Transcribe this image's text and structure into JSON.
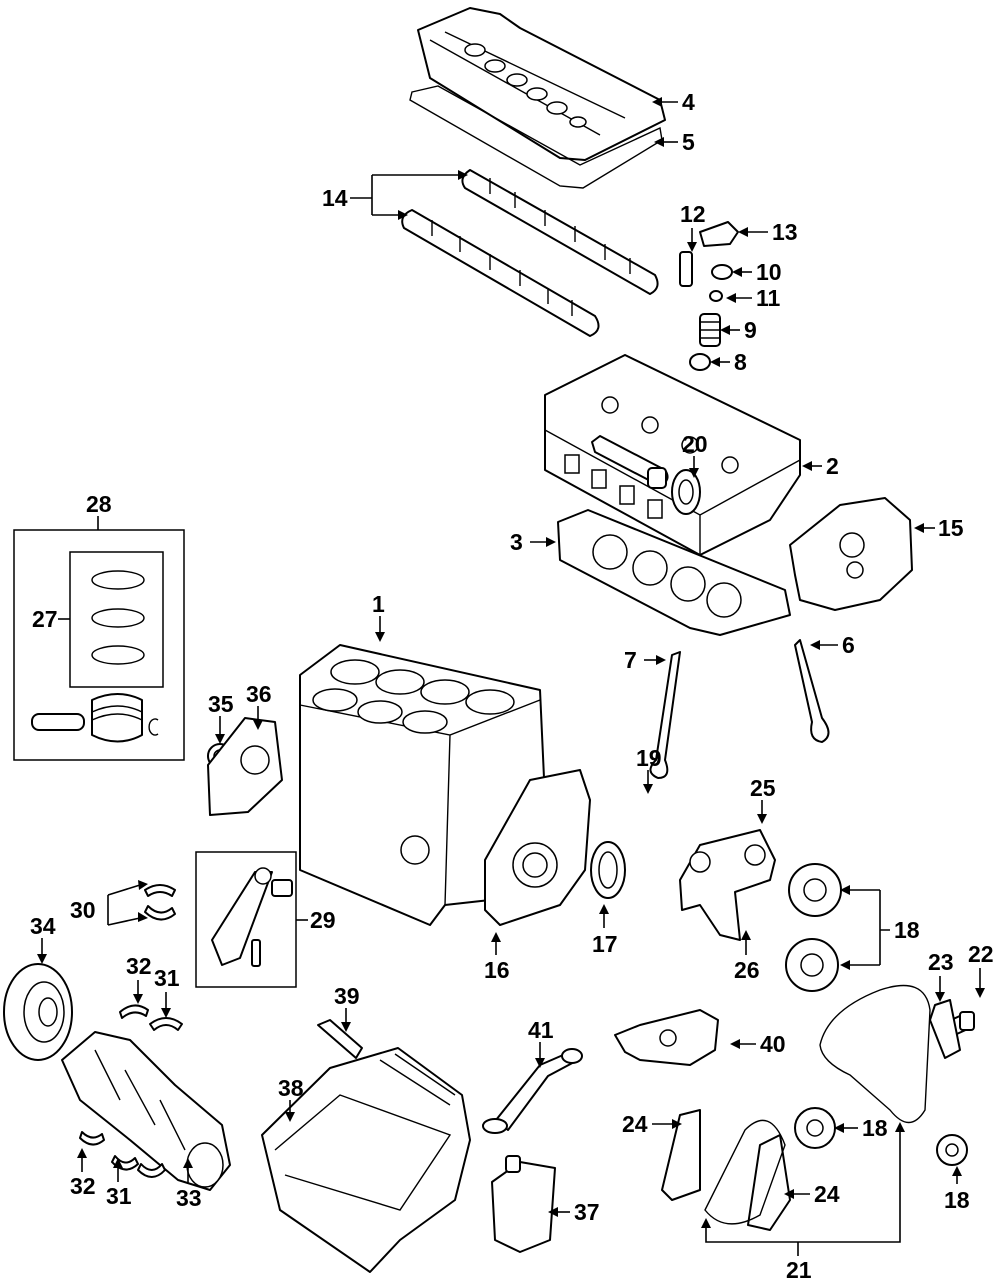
{
  "callouts": {
    "c1": "1",
    "c2": "2",
    "c3": "3",
    "c4": "4",
    "c5": "5",
    "c6": "6",
    "c7": "7",
    "c8": "8",
    "c9": "9",
    "c10": "10",
    "c11": "11",
    "c12": "12",
    "c13": "13",
    "c14": "14",
    "c15": "15",
    "c16": "16",
    "c17": "17",
    "c18a": "18",
    "c18b": "18",
    "c18c": "18",
    "c19": "19",
    "c20": "20",
    "c21": "21",
    "c22": "22",
    "c23": "23",
    "c24a": "24",
    "c24b": "24",
    "c25": "25",
    "c26": "26",
    "c27": "27",
    "c28": "28",
    "c29": "29",
    "c30": "30",
    "c31a": "31",
    "c31b": "31",
    "c32a": "32",
    "c32b": "32",
    "c33": "33",
    "c34": "34",
    "c35": "35",
    "c36": "36",
    "c37": "37",
    "c38": "38",
    "c39": "39",
    "c40": "40",
    "c41": "41"
  }
}
